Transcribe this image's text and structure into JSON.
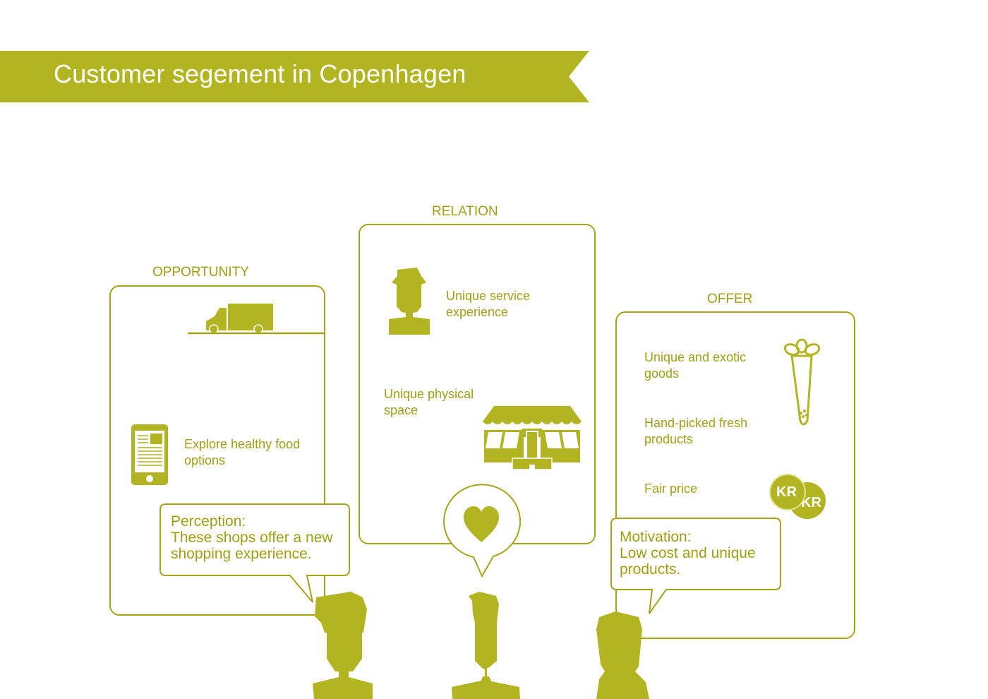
{
  "header": {
    "title": "Customer segement in Copenhagen"
  },
  "colors": {
    "accent": "#b2b422",
    "line": "#a4a51a",
    "text": "#a0a014",
    "background": "#ffffff"
  },
  "opportunity": {
    "label": "OPPORTUNITY",
    "items": [
      {
        "icon": "truck-icon",
        "text": ""
      },
      {
        "icon": "tablet-icon",
        "text": "Explore healthy food options"
      }
    ]
  },
  "relation": {
    "label": "RELATION",
    "items": [
      {
        "icon": "staff-person-icon",
        "text": "Unique service experience"
      },
      {
        "icon": "storefront-icon",
        "text": "Unique physical space"
      }
    ]
  },
  "offer": {
    "label": "OFFER",
    "items": [
      {
        "icon": "carrot-icon",
        "text": "Unique and exotic goods"
      },
      {
        "icon": "",
        "text": "Hand-picked fresh products"
      },
      {
        "icon": "kr-coins-icon",
        "text": "Fair price"
      }
    ],
    "coin_label": "KR"
  },
  "bubbles": {
    "perception": {
      "title": "Perception:",
      "line1": "These shops offer a new",
      "line2": "shopping experience."
    },
    "motivation": {
      "title": "Motivation:",
      "line1": "Low cost and unique",
      "line2": "products."
    },
    "heart": {
      "icon": "heart-icon"
    }
  },
  "persons": [
    {
      "icon": "customer-person-icon"
    },
    {
      "icon": "customer-person-icon"
    },
    {
      "icon": "customer-person-icon"
    }
  ]
}
